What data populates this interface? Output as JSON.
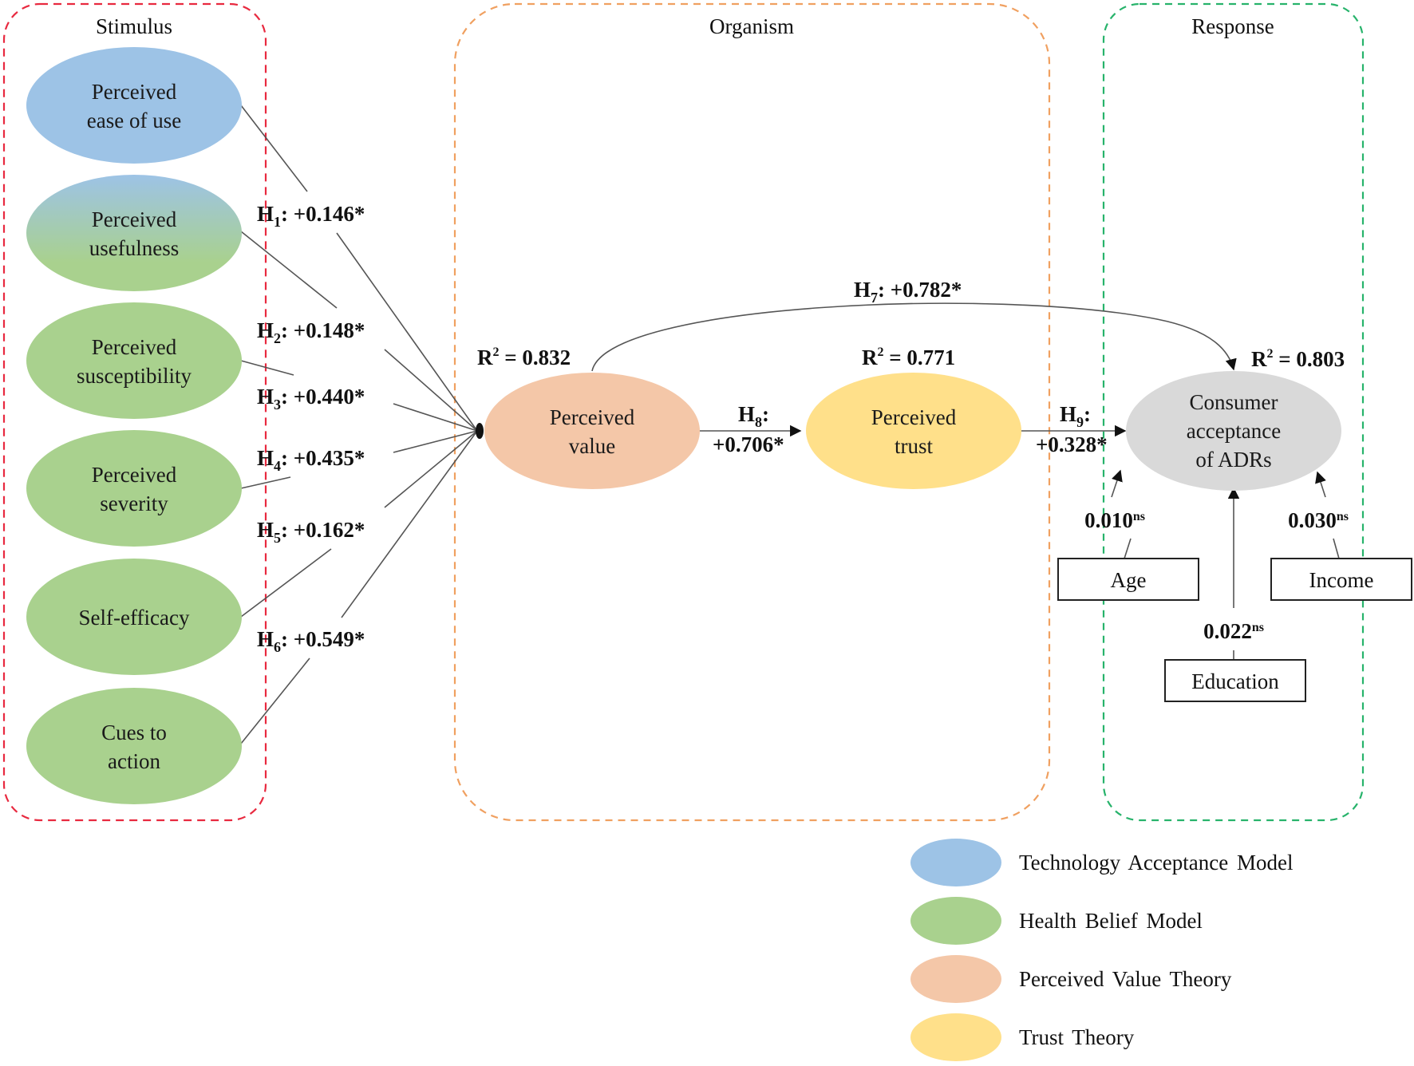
{
  "figure": {
    "groups": [
      {
        "id": "stimulus",
        "title": "Stimulus",
        "border_color": "#e8293f"
      },
      {
        "id": "organism",
        "title": "Organism",
        "border_color": "#f0a060"
      },
      {
        "id": "response",
        "title": "Response",
        "border_color": "#27b36b"
      }
    ],
    "stimulus_nodes": [
      {
        "id": "peou",
        "lines": [
          "Perceived",
          "ease of use"
        ],
        "theory": "tam"
      },
      {
        "id": "pu",
        "lines": [
          "Perceived",
          "usefulness"
        ],
        "theory": "tam_hbm"
      },
      {
        "id": "psus",
        "lines": [
          "Perceived",
          "susceptibility"
        ],
        "theory": "hbm"
      },
      {
        "id": "psev",
        "lines": [
          "Perceived",
          "severity"
        ],
        "theory": "hbm"
      },
      {
        "id": "se",
        "lines": [
          "Self-efficacy"
        ],
        "theory": "hbm"
      },
      {
        "id": "cta",
        "lines": [
          "Cues to",
          "action"
        ],
        "theory": "hbm"
      }
    ],
    "organism_nodes": [
      {
        "id": "pv",
        "lines": [
          "Perceived",
          "value"
        ],
        "theory": "pvt",
        "r2": "R² = 0.832",
        "r2_prefix": "R",
        "r2_sup": "2",
        "r2_value": " = 0.832"
      },
      {
        "id": "pt",
        "lines": [
          "Perceived",
          "trust"
        ],
        "theory": "tt",
        "r2": "R² = 0.771",
        "r2_prefix": "R",
        "r2_sup": "2",
        "r2_value": " = 0.771"
      }
    ],
    "response_node": {
      "id": "ca",
      "lines": [
        "Consumer",
        "acceptance",
        "of ADRs"
      ],
      "r2": "R² = 0.803",
      "r2_prefix": "R",
      "r2_sup": "2",
      "r2_value": " = 0.803",
      "fill": "#d9d9d9"
    },
    "hypotheses": [
      {
        "id": "H1",
        "h": "H",
        "sub": "1",
        "value": ": +0.146*",
        "from": "peou",
        "to": "pv"
      },
      {
        "id": "H2",
        "h": "H",
        "sub": "2",
        "value": ": +0.148*",
        "from": "pu",
        "to": "pv"
      },
      {
        "id": "H3",
        "h": "H",
        "sub": "3",
        "value": ": +0.440*",
        "from": "psus",
        "to": "pv"
      },
      {
        "id": "H4",
        "h": "H",
        "sub": "4",
        "value": ": +0.435*",
        "from": "psev",
        "to": "pv"
      },
      {
        "id": "H5",
        "h": "H",
        "sub": "5",
        "value": ": +0.162*",
        "from": "se",
        "to": "pv"
      },
      {
        "id": "H6",
        "h": "H",
        "sub": "6",
        "value": ": +0.549*",
        "from": "cta",
        "to": "pv"
      },
      {
        "id": "H7",
        "h": "H",
        "sub": "7",
        "value": ": +0.782*",
        "from": "pv",
        "to": "ca"
      },
      {
        "id": "H8",
        "h": "H",
        "sub": "8",
        "value": ":",
        "value2": "+0.706*",
        "from": "pv",
        "to": "pt"
      },
      {
        "id": "H9",
        "h": "H",
        "sub": "9",
        "value": ":",
        "value2": "+0.328*",
        "from": "pt",
        "to": "ca"
      }
    ],
    "controls": [
      {
        "id": "age",
        "label": "Age",
        "coef": "0.010",
        "sig": "ns"
      },
      {
        "id": "education",
        "label": "Education",
        "coef": "0.022",
        "sig": "ns"
      },
      {
        "id": "income",
        "label": "Income",
        "coef": "0.030",
        "sig": "ns"
      }
    ],
    "legend": [
      {
        "id": "tam",
        "label": "Technology Acceptance Model",
        "color": "#9dc3e6"
      },
      {
        "id": "hbm",
        "label": "Health Belief Model",
        "color": "#a9d18e"
      },
      {
        "id": "pvt",
        "label": "Perceived Value Theory",
        "color": "#f4c7a8"
      },
      {
        "id": "tt",
        "label": "Trust Theory",
        "color": "#ffe08a"
      }
    ]
  }
}
